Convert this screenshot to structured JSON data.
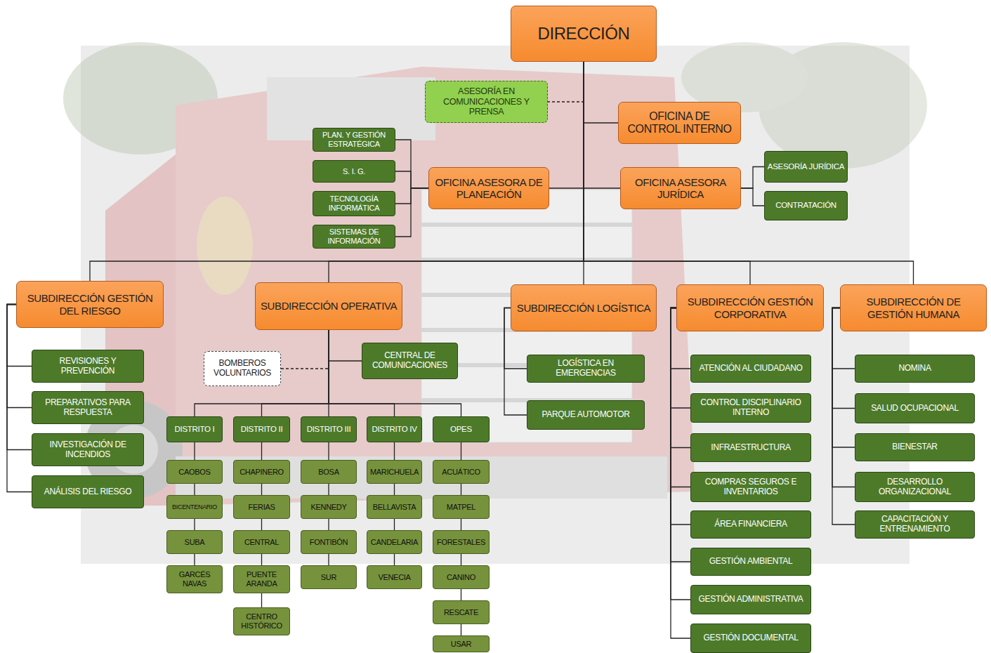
{
  "diagram": {
    "nodes": [
      {
        "text": [
          "DIRECCIÓN"
        ]
      },
      {
        "text": [
          "ASESORÍA EN COMUNICACIONES Y PRENSA"
        ]
      },
      {
        "text": [
          "OFICINA DE CONTROL INTERNO"
        ]
      },
      {
        "text": [
          "PLAN. Y GESTIÓN ESTRATÉGICA"
        ]
      },
      {
        "text": [
          "S. I. G."
        ]
      },
      {
        "text": [
          "TECNOLOGÍA INFORMÁTICA"
        ]
      },
      {
        "text": [
          "SISTEMAS DE INFORMACIÓN"
        ]
      },
      {
        "text": [
          "OFICINA ASESORA DE PLANEACIÓN"
        ]
      },
      {
        "text": [
          "OFICINA ASESORA JURÍDICA"
        ]
      },
      {
        "text": [
          "ASESORÍA JURÍDICA"
        ]
      },
      {
        "text": [
          "CONTRATACIÓN"
        ]
      },
      {
        "text": [
          "SUBDIRECCIÓN GESTIÓN DEL RIESGO"
        ]
      },
      {
        "text": [
          "SUBDIRECCIÓN OPERATIVA"
        ]
      },
      {
        "text": [
          "SUBDIRECCIÓN LOGÍSTICA"
        ]
      },
      {
        "text": [
          "SUBDIRECCIÓN GESTIÓN CORPORATIVA"
        ]
      },
      {
        "text": [
          "SUBDIRECCIÓN DE GESTIÓN HUMANA"
        ]
      },
      {
        "text": [
          "REVISIONES Y PREVENCIÓN"
        ]
      },
      {
        "text": [
          "PREPARATIVOS PARA RESPUESTA"
        ]
      },
      {
        "text": [
          "INVESTIGACIÓN DE INCENDIOS"
        ]
      },
      {
        "text": [
          "ANÁLISIS DEL RIESGO"
        ]
      },
      {
        "text": [
          "BOMBEROS VOLUNTARIOS"
        ]
      },
      {
        "text": [
          "CENTRAL DE COMUNICACIONES"
        ]
      },
      {
        "text": [
          "DISTRITO I"
        ]
      },
      {
        "text": [
          "DISTRITO II"
        ]
      },
      {
        "text": [
          "DISTRITO III"
        ]
      },
      {
        "text": [
          "DISTRITO IV"
        ]
      },
      {
        "text": [
          "OPES"
        ]
      },
      {
        "text": [
          "CAOBOS"
        ]
      },
      {
        "text": [
          "BICENTENARIO"
        ]
      },
      {
        "text": [
          "SUBA"
        ]
      },
      {
        "text": [
          "GARCÉS NAVAS"
        ]
      },
      {
        "text": [
          "CHAPINERO"
        ]
      },
      {
        "text": [
          "FERIAS"
        ]
      },
      {
        "text": [
          "CENTRAL"
        ]
      },
      {
        "text": [
          "PUENTE ARANDA"
        ]
      },
      {
        "text": [
          "CENTRO HISTÓRICO"
        ]
      },
      {
        "text": [
          "BOSA"
        ]
      },
      {
        "text": [
          "KENNEDY"
        ]
      },
      {
        "text": [
          "FONTIBÓN"
        ]
      },
      {
        "text": [
          "SUR"
        ]
      },
      {
        "text": [
          "MARICHUELA"
        ]
      },
      {
        "text": [
          "BELLAVISTA"
        ]
      },
      {
        "text": [
          "CANDELARIA"
        ]
      },
      {
        "text": [
          "VENECIA"
        ]
      },
      {
        "text": [
          "ACUÁTICO"
        ]
      },
      {
        "text": [
          "MATPEL"
        ]
      },
      {
        "text": [
          "FORESTALES"
        ]
      },
      {
        "text": [
          "CANINO"
        ]
      },
      {
        "text": [
          "RESCATE"
        ]
      },
      {
        "text": [
          "USAR"
        ]
      },
      {
        "text": [
          "LOGÍSTICA EN EMERGENCIAS"
        ]
      },
      {
        "text": [
          "PARQUE AUTOMOTOR"
        ]
      },
      {
        "text": [
          "ATENCIÓN AL CIUDADANO"
        ]
      },
      {
        "text": [
          "CONTROL DISCIPLINARIO INTERNO"
        ]
      },
      {
        "text": [
          "INFRAESTRUCTURA"
        ]
      },
      {
        "text": [
          "COMPRAS SEGUROS E INVENTARIOS"
        ]
      },
      {
        "text": [
          "ÁREA FINANCIERA"
        ]
      },
      {
        "text": [
          "GESTIÓN AMBIENTAL"
        ]
      },
      {
        "text": [
          "GESTIÓN ADMINISTRATIVA"
        ]
      },
      {
        "text": [
          "GESTIÓN DOCUMENTAL"
        ]
      },
      {
        "text": [
          "NOMINA"
        ]
      },
      {
        "text": [
          "SALUD OCUPACIONAL"
        ]
      },
      {
        "text": [
          "BIENESTAR"
        ]
      },
      {
        "text": [
          "DESARROLLO ORGANIZACIONAL"
        ]
      },
      {
        "text": [
          "CAPACITACIÓN Y ENTRENAMIENTO"
        ]
      }
    ],
    "edges": [
      {
        "from": 0,
        "to": 1,
        "arrow": "none"
      },
      {
        "from": 0,
        "to": 2,
        "arrow": "none"
      },
      {
        "from": 0,
        "to": 7,
        "arrow": "none"
      },
      {
        "from": 0,
        "to": 8,
        "arrow": "none"
      },
      {
        "from": 7,
        "to": 3,
        "arrow": "none"
      },
      {
        "from": 7,
        "to": 4,
        "arrow": "none"
      },
      {
        "from": 7,
        "to": 5,
        "arrow": "none"
      },
      {
        "from": 7,
        "to": 6,
        "arrow": "none"
      },
      {
        "from": 8,
        "to": 9,
        "arrow": "none"
      },
      {
        "from": 8,
        "to": 10,
        "arrow": "none"
      },
      {
        "from": 0,
        "to": 11,
        "arrow": "none"
      },
      {
        "from": 0,
        "to": 12,
        "arrow": "none"
      },
      {
        "from": 0,
        "to": 13,
        "arrow": "none"
      },
      {
        "from": 0,
        "to": 14,
        "arrow": "none"
      },
      {
        "from": 0,
        "to": 15,
        "arrow": "none"
      },
      {
        "from": 11,
        "to": 16,
        "arrow": "none"
      },
      {
        "from": 11,
        "to": 17,
        "arrow": "none"
      },
      {
        "from": 11,
        "to": 18,
        "arrow": "none"
      },
      {
        "from": 11,
        "to": 19,
        "arrow": "none"
      },
      {
        "from": 12,
        "to": 20,
        "arrow": "none"
      },
      {
        "from": 12,
        "to": 21,
        "arrow": "none"
      },
      {
        "from": 12,
        "to": 22,
        "arrow": "none"
      },
      {
        "from": 12,
        "to": 23,
        "arrow": "none"
      },
      {
        "from": 12,
        "to": 24,
        "arrow": "none"
      },
      {
        "from": 12,
        "to": 25,
        "arrow": "none"
      },
      {
        "from": 12,
        "to": 26,
        "arrow": "none"
      },
      {
        "from": 22,
        "to": 27,
        "arrow": "none"
      },
      {
        "from": 27,
        "to": 28,
        "arrow": "none"
      },
      {
        "from": 28,
        "to": 29,
        "arrow": "none"
      },
      {
        "from": 29,
        "to": 30,
        "arrow": "none"
      },
      {
        "from": 23,
        "to": 31,
        "arrow": "none"
      },
      {
        "from": 31,
        "to": 32,
        "arrow": "none"
      },
      {
        "from": 32,
        "to": 33,
        "arrow": "none"
      },
      {
        "from": 33,
        "to": 34,
        "arrow": "none"
      },
      {
        "from": 34,
        "to": 35,
        "arrow": "none"
      },
      {
        "from": 24,
        "to": 36,
        "arrow": "none"
      },
      {
        "from": 36,
        "to": 37,
        "arrow": "none"
      },
      {
        "from": 37,
        "to": 38,
        "arrow": "none"
      },
      {
        "from": 38,
        "to": 39,
        "arrow": "none"
      },
      {
        "from": 25,
        "to": 40,
        "arrow": "none"
      },
      {
        "from": 40,
        "to": 41,
        "arrow": "none"
      },
      {
        "from": 41,
        "to": 42,
        "arrow": "none"
      },
      {
        "from": 42,
        "to": 43,
        "arrow": "none"
      },
      {
        "from": 26,
        "to": 44,
        "arrow": "none"
      },
      {
        "from": 44,
        "to": 45,
        "arrow": "none"
      },
      {
        "from": 45,
        "to": 46,
        "arrow": "none"
      },
      {
        "from": 46,
        "to": 47,
        "arrow": "none"
      },
      {
        "from": 47,
        "to": 48,
        "arrow": "none"
      },
      {
        "from": 48,
        "to": 49,
        "arrow": "none"
      },
      {
        "from": 13,
        "to": 50,
        "arrow": "none"
      },
      {
        "from": 13,
        "to": 51,
        "arrow": "none"
      },
      {
        "from": 14,
        "to": 52,
        "arrow": "none"
      },
      {
        "from": 14,
        "to": 53,
        "arrow": "none"
      },
      {
        "from": 14,
        "to": 54,
        "arrow": "none"
      },
      {
        "from": 14,
        "to": 55,
        "arrow": "none"
      },
      {
        "from": 14,
        "to": 56,
        "arrow": "none"
      },
      {
        "from": 14,
        "to": 57,
        "arrow": "none"
      },
      {
        "from": 14,
        "to": 58,
        "arrow": "none"
      },
      {
        "from": 14,
        "to": 59,
        "arrow": "none"
      },
      {
        "from": 15,
        "to": 60,
        "arrow": "none"
      },
      {
        "from": 15,
        "to": 61,
        "arrow": "none"
      },
      {
        "from": 15,
        "to": 62,
        "arrow": "none"
      },
      {
        "from": 15,
        "to": 63,
        "arrow": "none"
      },
      {
        "from": 15,
        "to": 64,
        "arrow": "none"
      }
    ]
  }
}
